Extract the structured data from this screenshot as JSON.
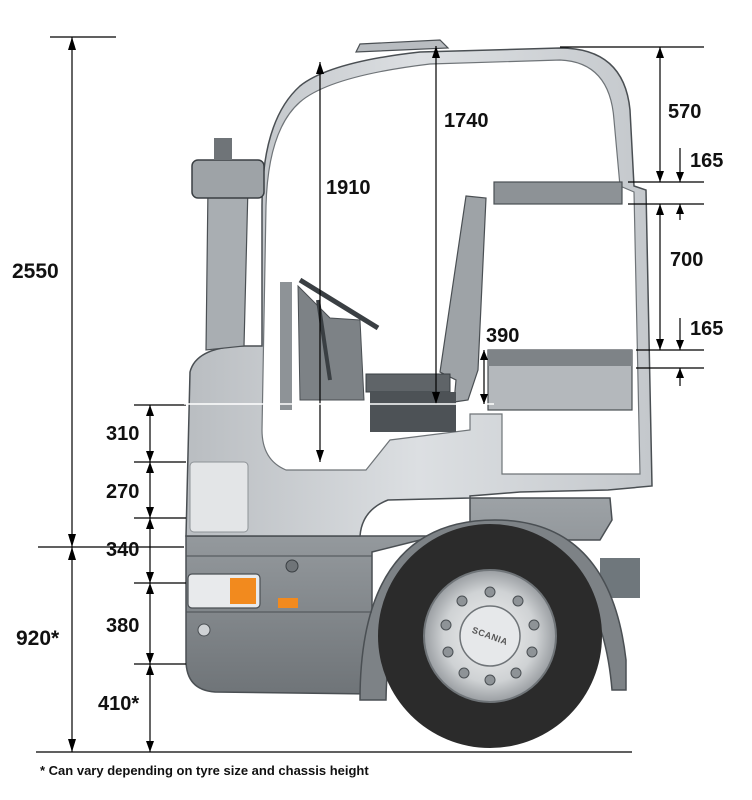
{
  "labels": {
    "overall_height": "2550",
    "lower_height": "920*",
    "steps": [
      "310",
      "270",
      "340",
      "380",
      "410*"
    ],
    "interior_height_driver": "1910",
    "interior_height_center": "1740",
    "roof_to_upper_bunk": "570",
    "upper_bunk": "165",
    "bunk_spacing": "700",
    "lower_bunk": "165",
    "bunk_height_above_floor": "390"
  },
  "brand": "SCANIA",
  "footnote": "* Can vary depending on tyre size and chassis height",
  "colors": {
    "cab": "#cfd2d5",
    "cab_dark": "#8e9397",
    "tyre": "#2b2b2b",
    "indicator": "#f28a1e",
    "line": "#000000"
  }
}
